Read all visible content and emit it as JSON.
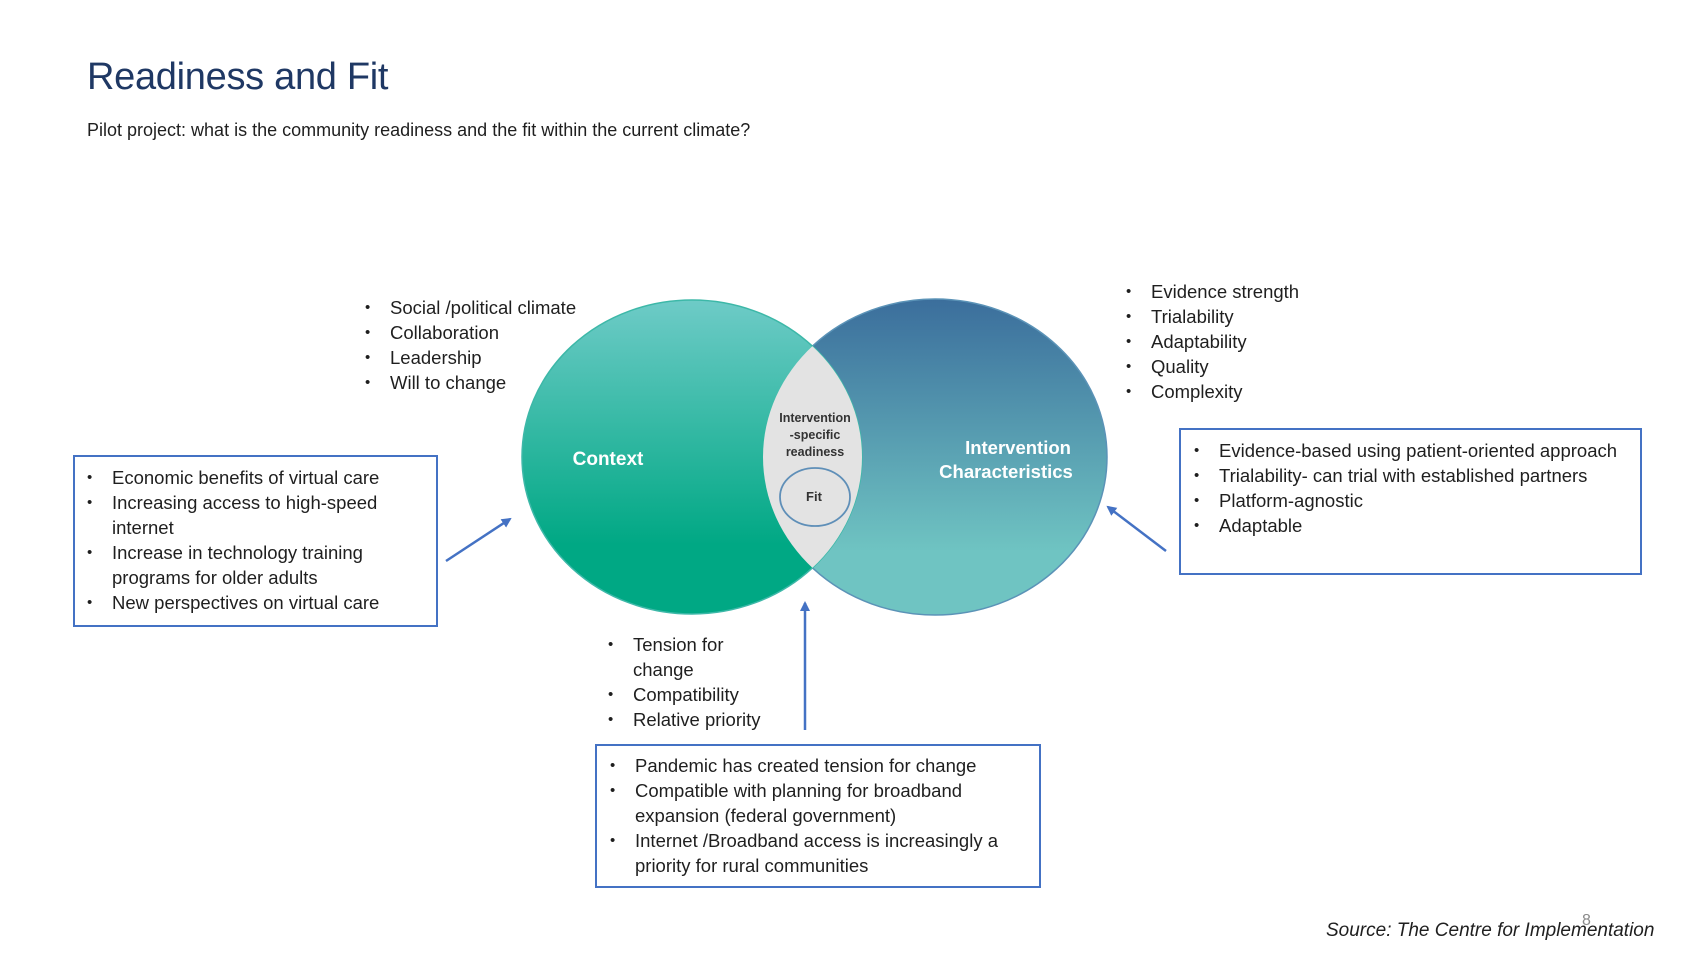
{
  "slide": {
    "title": "Readiness and Fit",
    "subtitle": "Pilot project: what is the community readiness and the fit within the current climate?",
    "source": "Source: The Centre for Implementation",
    "page_number": "8"
  },
  "venn": {
    "left_label": "Context",
    "right_label_line1": "Intervention",
    "right_label_line2": "Characteristics",
    "overlap_line1": "Intervention",
    "overlap_line2": "-specific",
    "overlap_line3": "readiness",
    "fit_label": "Fit",
    "colors": {
      "left_top": "#6ecbc7",
      "left_bottom": "#00a884",
      "right_top": "#3b6e9c",
      "right_bottom": "#6fc4c2",
      "overlap": "#e3e3e3",
      "arrow": "#4472c4"
    }
  },
  "context_factors": [
    "Social /political climate",
    "Collaboration",
    "Leadership",
    "Will to change"
  ],
  "intervention_factors": [
    "Evidence strength",
    "Trialability",
    "Adaptability",
    "Quality",
    "Complexity"
  ],
  "fit_factors": [
    "Tension for change",
    "Compatibility",
    "Relative priority"
  ],
  "context_box": [
    "Economic benefits of virtual care",
    "Increasing access to high-speed internet",
    "Increase in technology training programs for older adults",
    "New perspectives on virtual care"
  ],
  "intervention_box": [
    "Evidence-based using patient-oriented approach",
    "Trialability- can trial with established partners",
    "Platform-agnostic",
    "Adaptable"
  ],
  "fit_box": [
    "Pandemic has created tension for change",
    "Compatible with planning for broadband expansion (federal government)",
    "Internet /Broadband access is increasingly a priority for rural communities"
  ]
}
